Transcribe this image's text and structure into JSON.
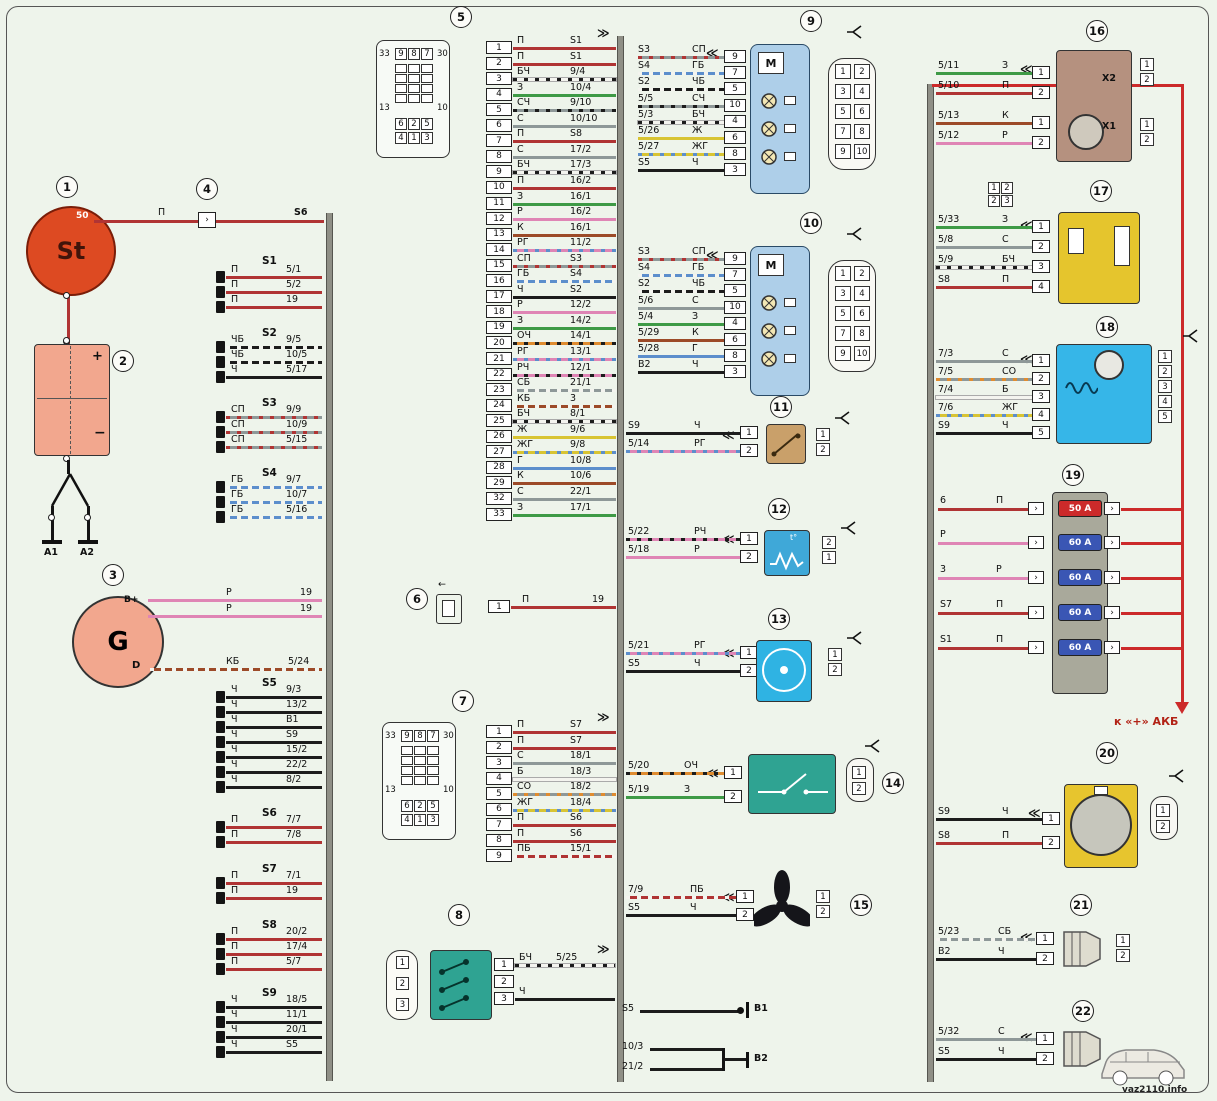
{
  "site": "vaz2110.info",
  "power_label": "к «+» АКБ",
  "wire_colors": {
    "П": "#b03434",
    "Ч": "#1c1c1c",
    "Б": "#f4f4ef",
    "К": "#9c4a28",
    "С": "#8e9898",
    "З": "#3e9a46",
    "Ж": "#d8c433",
    "Г": "#5c8ecc",
    "Р": "#df85b5",
    "О": "#df8c30"
  },
  "palette": {
    "bus": "#8f8f86",
    "starter": "#dd4a22",
    "battery": "#f2a78e",
    "generator": "#f2a78e",
    "headlight": "#aecfe9",
    "dev11": "#c9a06a",
    "dev12": "#3fa8d8",
    "dev13": "#2fb3e3",
    "dev14": "#2fa392",
    "dev16": "#b5917f",
    "dev17": "#e5c52d",
    "dev18": "#36b6e8",
    "dev20": "#e7c52e",
    "block8": "#2fa392",
    "fuse_50": "#cc2a2a",
    "fuse_60": "#3a56b4",
    "fusebox": "#a9a99b",
    "power": "#cc2a2a"
  },
  "starter": {
    "num": "1",
    "name": "St",
    "terminal": "50",
    "wire_color": "П",
    "connector_num": "4",
    "splice": "S6"
  },
  "battery": {
    "num": "2",
    "plus": "+",
    "minus": "−",
    "ground1": "А1",
    "ground2": "А2"
  },
  "generator": {
    "num": "3",
    "name": "G",
    "bplus": "B+",
    "d": "D",
    "wires": [
      {
        "color": "Р",
        "dest": "19"
      },
      {
        "color": "Р",
        "dest": "19"
      },
      {
        "color": "КБ",
        "dest": "5/24"
      }
    ]
  },
  "splices": [
    {
      "name": "S1",
      "rows": [
        {
          "color": "П",
          "dest": "5/1"
        },
        {
          "color": "П",
          "dest": "5/2"
        },
        {
          "color": "П",
          "dest": "19"
        }
      ]
    },
    {
      "name": "S2",
      "rows": [
        {
          "color": "ЧБ",
          "dest": "9/5"
        },
        {
          "color": "ЧБ",
          "dest": "10/5"
        },
        {
          "color": "Ч",
          "dest": "5/17"
        }
      ]
    },
    {
      "name": "S3",
      "rows": [
        {
          "color": "СП",
          "dest": "9/9"
        },
        {
          "color": "СП",
          "dest": "10/9"
        },
        {
          "color": "СП",
          "dest": "5/15"
        }
      ]
    },
    {
      "name": "S4",
      "rows": [
        {
          "color": "ГБ",
          "dest": "9/7"
        },
        {
          "color": "ГБ",
          "dest": "10/7"
        },
        {
          "color": "ГБ",
          "dest": "5/16"
        }
      ]
    },
    {
      "name": "S5",
      "rows": [
        {
          "color": "Ч",
          "dest": "9/3"
        },
        {
          "color": "Ч",
          "dest": "13/2"
        },
        {
          "color": "Ч",
          "dest": "В1"
        },
        {
          "color": "Ч",
          "dest": "S9"
        },
        {
          "color": "Ч",
          "dest": "15/2"
        },
        {
          "color": "Ч",
          "dest": "22/2"
        },
        {
          "color": "Ч",
          "dest": "8/2"
        }
      ]
    },
    {
      "name": "S6",
      "rows": [
        {
          "color": "П",
          "dest": "7/7"
        },
        {
          "color": "П",
          "dest": "7/8"
        }
      ]
    },
    {
      "name": "S7",
      "rows": [
        {
          "color": "П",
          "dest": "7/1"
        },
        {
          "color": "П",
          "dest": "19"
        }
      ]
    },
    {
      "name": "S8",
      "rows": [
        {
          "color": "П",
          "dest": "20/2"
        },
        {
          "color": "П",
          "dest": "17/4"
        },
        {
          "color": "П",
          "dest": "5/7"
        }
      ]
    },
    {
      "name": "S9",
      "rows": [
        {
          "color": "Ч",
          "dest": "18/5"
        },
        {
          "color": "Ч",
          "dest": "11/1"
        },
        {
          "color": "Ч",
          "dest": "20/1"
        },
        {
          "color": "Ч",
          "dest": "S5"
        }
      ]
    }
  ],
  "block5": {
    "num": "5",
    "face": {
      "top": [
        "9",
        "8",
        "7"
      ],
      "corners": [
        "33",
        "30",
        "13",
        "10"
      ],
      "bottom": [
        [
          "6",
          "2",
          "5"
        ],
        [
          "4",
          "1",
          "3"
        ]
      ]
    },
    "rows": [
      [
        "1",
        "П",
        "S1"
      ],
      [
        "2",
        "П",
        "S1"
      ],
      [
        "3",
        "БЧ",
        "9/4"
      ],
      [
        "4",
        "З",
        "10/4"
      ],
      [
        "5",
        "СЧ",
        "9/10"
      ],
      [
        "6",
        "С",
        "10/10"
      ],
      [
        "7",
        "П",
        "S8"
      ],
      [
        "8",
        "С",
        "17/2"
      ],
      [
        "9",
        "БЧ",
        "17/3"
      ],
      [
        "10",
        "П",
        "16/2"
      ],
      [
        "11",
        "З",
        "16/1"
      ],
      [
        "12",
        "Р",
        "16/2"
      ],
      [
        "13",
        "К",
        "16/1"
      ],
      [
        "14",
        "РГ",
        "11/2"
      ],
      [
        "15",
        "СП",
        "S3"
      ],
      [
        "16",
        "ГБ",
        "S4"
      ],
      [
        "17",
        "Ч",
        "S2"
      ],
      [
        "18",
        "Р",
        "12/2"
      ],
      [
        "19",
        "З",
        "14/2"
      ],
      [
        "20",
        "ОЧ",
        "14/1"
      ],
      [
        "21",
        "РГ",
        "13/1"
      ],
      [
        "22",
        "РЧ",
        "12/1"
      ],
      [
        "23",
        "СБ",
        "21/1"
      ],
      [
        "24",
        "КБ",
        "3"
      ],
      [
        "25",
        "БЧ",
        "8/1"
      ],
      [
        "26",
        "Ж",
        "9/6"
      ],
      [
        "27",
        "ЖГ",
        "9/8"
      ],
      [
        "28",
        "Г",
        "10/8"
      ],
      [
        "29",
        "К",
        "10/6"
      ],
      [
        "32",
        "С",
        "22/1"
      ],
      [
        "33",
        "З",
        "17/1"
      ]
    ]
  },
  "block6": {
    "num": "6",
    "pin": "1",
    "color": "П",
    "dest": "19"
  },
  "block7": {
    "num": "7",
    "face": {
      "top": [
        "9",
        "8",
        "7"
      ],
      "corners": [
        "33",
        "30",
        "13",
        "10"
      ],
      "bottom": [
        [
          "6",
          "2",
          "5"
        ],
        [
          "4",
          "1",
          "3"
        ]
      ]
    },
    "rows": [
      [
        "1",
        "П",
        "S7"
      ],
      [
        "2",
        "П",
        "S7"
      ],
      [
        "3",
        "С",
        "18/1"
      ],
      [
        "4",
        "Б",
        "18/3"
      ],
      [
        "5",
        "СО",
        "18/2"
      ],
      [
        "6",
        "ЖГ",
        "18/4"
      ],
      [
        "7",
        "П",
        "S6"
      ],
      [
        "8",
        "П",
        "S6"
      ],
      [
        "9",
        "ПБ",
        "15/1"
      ]
    ]
  },
  "block8": {
    "num": "8",
    "face": [
      "1",
      "2",
      "3"
    ],
    "pins": [
      {
        "pin": "1",
        "color": "БЧ",
        "dest": "5/25"
      },
      {
        "pin": "2",
        "color": "",
        "dest": ""
      },
      {
        "pin": "3",
        "color": "Ч",
        "dest": ""
      }
    ]
  },
  "headlight9": {
    "num": "9",
    "motor": "М",
    "pins": [
      {
        "src": "S3",
        "color": "СП",
        "pin": "9"
      },
      {
        "src": "S4",
        "color": "ГБ",
        "pin": "7"
      },
      {
        "src": "S2",
        "color": "ЧБ",
        "pin": "5"
      },
      {
        "src": "5/5",
        "color": "СЧ",
        "pin": "10"
      },
      {
        "src": "5/3",
        "color": "БЧ",
        "pin": "4"
      },
      {
        "src": "5/26",
        "color": "Ж",
        "pin": "6"
      },
      {
        "src": "5/27",
        "color": "ЖГ",
        "pin": "8"
      },
      {
        "src": "S5",
        "color": "Ч",
        "pin": "3"
      }
    ],
    "connector": [
      "1",
      "2",
      "3",
      "4",
      "5",
      "6",
      "7",
      "8",
      "9",
      "10"
    ]
  },
  "headlight10": {
    "num": "10",
    "motor": "М",
    "pins": [
      {
        "src": "S3",
        "color": "СП",
        "pin": "9"
      },
      {
        "src": "S4",
        "color": "ГБ",
        "pin": "7"
      },
      {
        "src": "S2",
        "color": "ЧБ",
        "pin": "5"
      },
      {
        "src": "5/6",
        "color": "С",
        "pin": "10"
      },
      {
        "src": "5/4",
        "color": "З",
        "pin": "4"
      },
      {
        "src": "5/29",
        "color": "К",
        "pin": "6"
      },
      {
        "src": "5/28",
        "color": "Г",
        "pin": "8"
      },
      {
        "src": "В2",
        "color": "Ч",
        "pin": "3"
      }
    ],
    "connector": [
      "1",
      "2",
      "3",
      "4",
      "5",
      "6",
      "7",
      "8",
      "9",
      "10"
    ]
  },
  "dev11": {
    "num": "11",
    "pins": [
      {
        "src": "S9",
        "color": "Ч",
        "pin": "1"
      },
      {
        "src": "5/14",
        "color": "РГ",
        "pin": "2"
      }
    ],
    "conn": [
      "1",
      "2"
    ]
  },
  "dev12": {
    "num": "12",
    "t_label": "t°",
    "pins": [
      {
        "src": "5/22",
        "color": "РЧ",
        "pin": "1"
      },
      {
        "src": "5/18",
        "color": "Р",
        "pin": "2"
      }
    ],
    "conn": [
      "2",
      "1"
    ]
  },
  "dev13": {
    "num": "13",
    "pins": [
      {
        "src": "5/21",
        "color": "РГ",
        "pin": "1"
      },
      {
        "src": "S5",
        "color": "Ч",
        "pin": "2"
      }
    ],
    "conn": [
      "1",
      "2"
    ]
  },
  "dev14": {
    "num": "14",
    "pins": [
      {
        "src": "5/20",
        "color": "ОЧ",
        "pin": "1"
      },
      {
        "src": "5/19",
        "color": "З",
        "pin": "2"
      }
    ],
    "conn": [
      "1",
      "2"
    ]
  },
  "dev15": {
    "num": "15",
    "pins": [
      {
        "src": "7/9",
        "color": "ПБ",
        "pin": "1"
      },
      {
        "src": "S5",
        "color": "Ч",
        "pin": "2"
      }
    ],
    "conn": [
      "1",
      "2"
    ]
  },
  "dev16": {
    "num": "16",
    "x2": "Х2",
    "x1": "Х1",
    "pins": [
      {
        "src": "5/11",
        "color": "З",
        "pin": "1"
      },
      {
        "src": "5/10",
        "color": "П",
        "pin": "2"
      },
      {
        "src": "5/13",
        "color": "К",
        "pin": "1"
      },
      {
        "src": "5/12",
        "color": "Р",
        "pin": "2"
      }
    ],
    "conn": [
      "1",
      "2",
      "1",
      "2"
    ]
  },
  "dev17": {
    "num": "17",
    "face": [
      [
        "1",
        "2"
      ],
      [
        "2",
        "3"
      ]
    ],
    "pins": [
      {
        "src": "5/33",
        "color": "З",
        "pin": "1"
      },
      {
        "src": "5/8",
        "color": "С",
        "pin": "2"
      },
      {
        "src": "5/9",
        "color": "БЧ",
        "pin": "3"
      },
      {
        "src": "S8",
        "color": "П",
        "pin": "4"
      }
    ]
  },
  "dev18": {
    "num": "18",
    "pins": [
      {
        "src": "7/3",
        "color": "С",
        "pin": "1"
      },
      {
        "src": "7/5",
        "color": "СО",
        "pin": "2"
      },
      {
        "src": "7/4",
        "color": "Б",
        "pin": "3"
      },
      {
        "src": "7/6",
        "color": "ЖГ",
        "pin": "4"
      },
      {
        "src": "S9",
        "color": "Ч",
        "pin": "5"
      }
    ],
    "conn": [
      "1",
      "2",
      "3",
      "4",
      "5"
    ]
  },
  "dev20": {
    "num": "20",
    "pins": [
      {
        "src": "S9",
        "color": "Ч",
        "pin": "1"
      },
      {
        "src": "S8",
        "color": "П",
        "pin": "2"
      }
    ],
    "conn": [
      "1",
      "2"
    ]
  },
  "dev21": {
    "num": "21",
    "pins": [
      {
        "src": "5/23",
        "color": "СБ",
        "pin": "1"
      },
      {
        "src": "В2",
        "color": "Ч",
        "pin": "2"
      }
    ],
    "conn": [
      "1",
      "2"
    ]
  },
  "dev22": {
    "num": "22",
    "pins": [
      {
        "src": "5/32",
        "color": "С",
        "pin": "1"
      },
      {
        "src": "S5",
        "color": "Ч",
        "pin": "2"
      }
    ]
  },
  "fusebox": {
    "num": "19",
    "fuses": [
      {
        "rating": "50 A",
        "src": "6",
        "color": "П"
      },
      {
        "rating": "60 A",
        "src": "",
        "color": "Р"
      },
      {
        "rating": "60 A",
        "src": "3",
        "color": "Р"
      },
      {
        "rating": "60 A",
        "src": "S7",
        "color": "П"
      },
      {
        "rating": "60 A",
        "src": "S1",
        "color": "П"
      }
    ]
  },
  "grounds": {
    "b1": {
      "src": "S5",
      "color": "Ч",
      "label": "В1"
    },
    "b2": {
      "label": "В2",
      "srcs": [
        {
          "src": "10/3",
          "color": "Ч"
        },
        {
          "src": "21/2",
          "color": "Ч"
        }
      ]
    }
  }
}
